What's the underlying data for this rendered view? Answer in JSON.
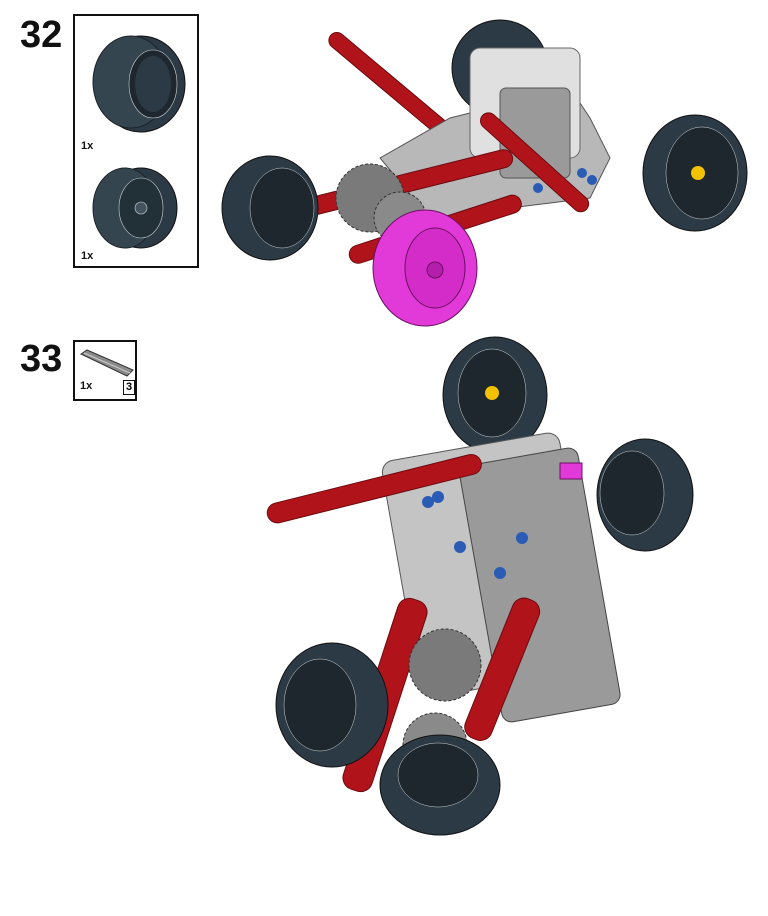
{
  "steps": [
    {
      "number": "32",
      "parts": [
        {
          "name": "tire",
          "qty": "1x",
          "color": "#2b3a44"
        },
        {
          "name": "rim",
          "qty": "1x",
          "color": "#2b3a44"
        }
      ]
    },
    {
      "number": "33",
      "parts": [
        {
          "name": "axle",
          "qty": "1x",
          "length": "3",
          "color": "#8a8a8a"
        }
      ]
    }
  ],
  "colors": {
    "tire": "#2b3a44",
    "beam_red": "#b0141a",
    "body_gray": "#b8b8b8",
    "highlight_wheel": "#e23ad8",
    "pin_blue": "#2a5bb5",
    "gear_yellow": "#f2c200"
  }
}
